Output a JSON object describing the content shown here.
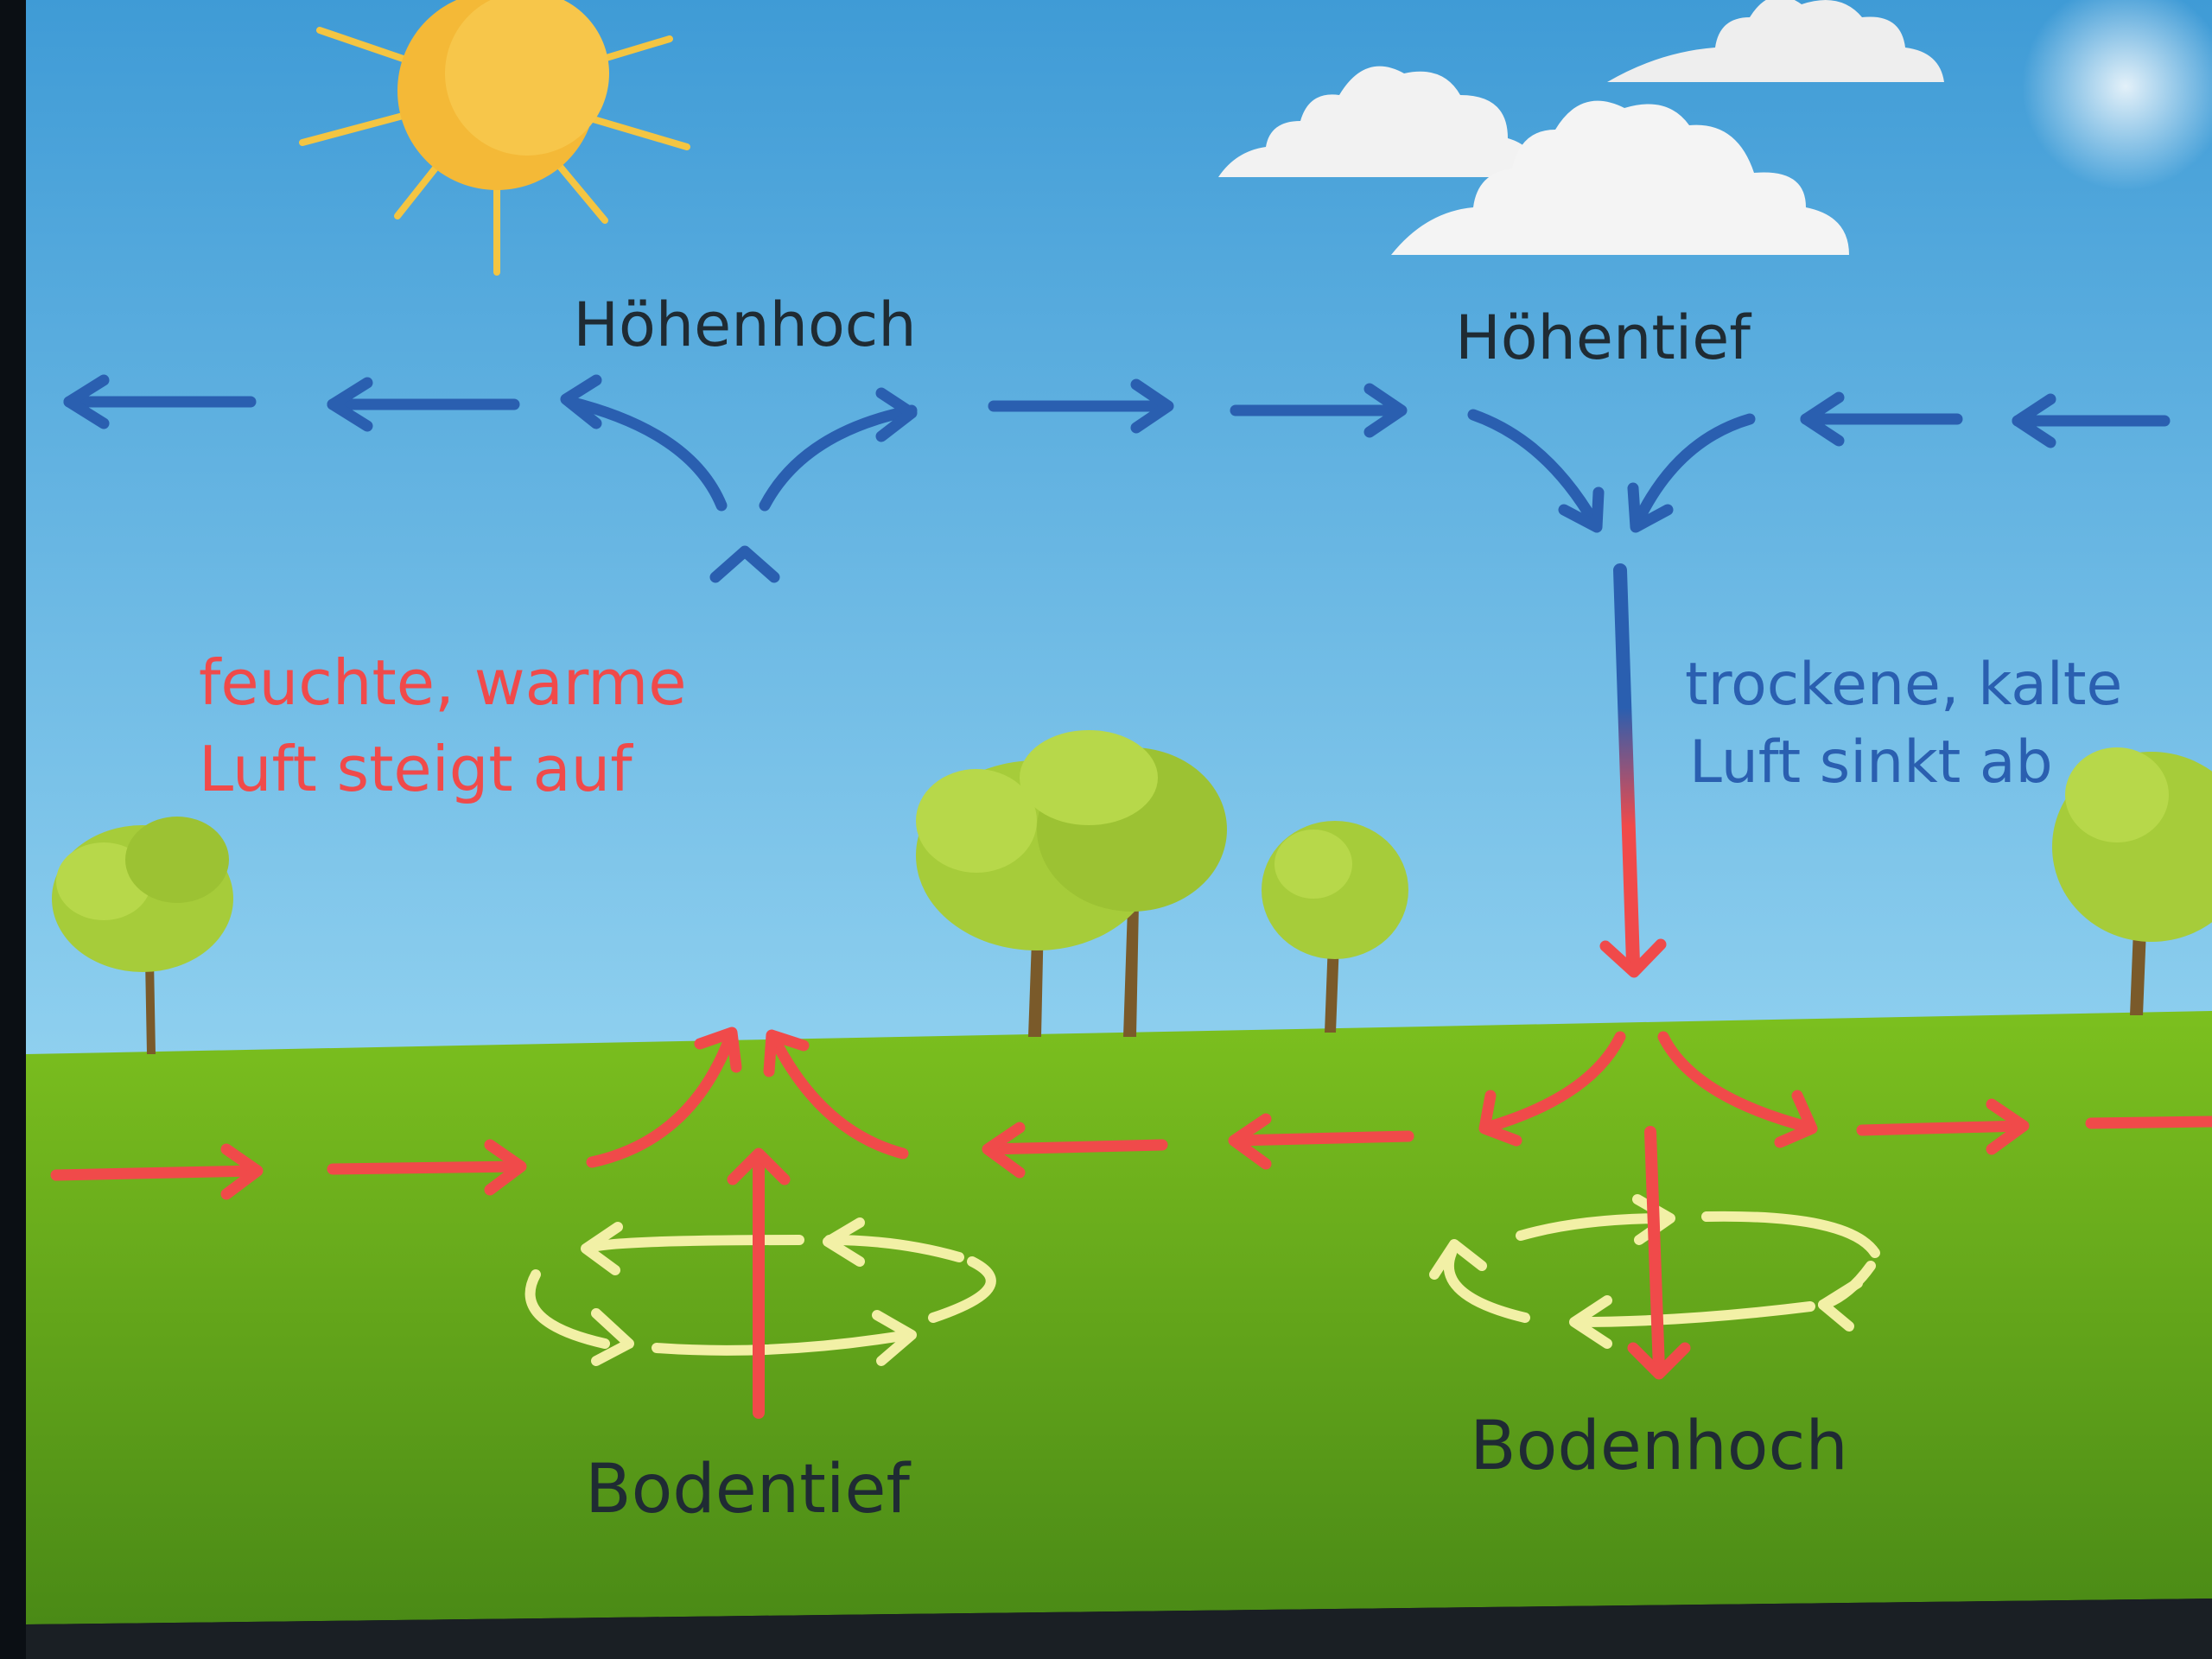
{
  "labels": {
    "hoehenhoch": "Höhenhoch",
    "hoehentief": "Höhentief",
    "warm_line1": "feuchte, warme",
    "warm_line2": "Luft steigt auf",
    "cold_line1": "trockene, kalte",
    "cold_line2": "Luft sinkt ab",
    "bodentief": "Bodentief",
    "bodenhoch": "Bodenhoch"
  },
  "colors": {
    "sky_top": "#3f9bd6",
    "sky_bottom": "#8fd0ef",
    "ground_top": "#7cc01f",
    "ground_bottom": "#4a8a16",
    "warm": "#f04a4a",
    "cold": "#2a5fb0",
    "text_dark": "#1f2b33",
    "ring": "#f2f0a6",
    "sun": "#f4b937",
    "cloud": "#f2f2f2",
    "tree_leaves": "#a6cc3a",
    "tree_trunk": "#7a5a2a"
  },
  "icons": [
    "sun-icon",
    "cloud-icon",
    "tree-icon"
  ]
}
